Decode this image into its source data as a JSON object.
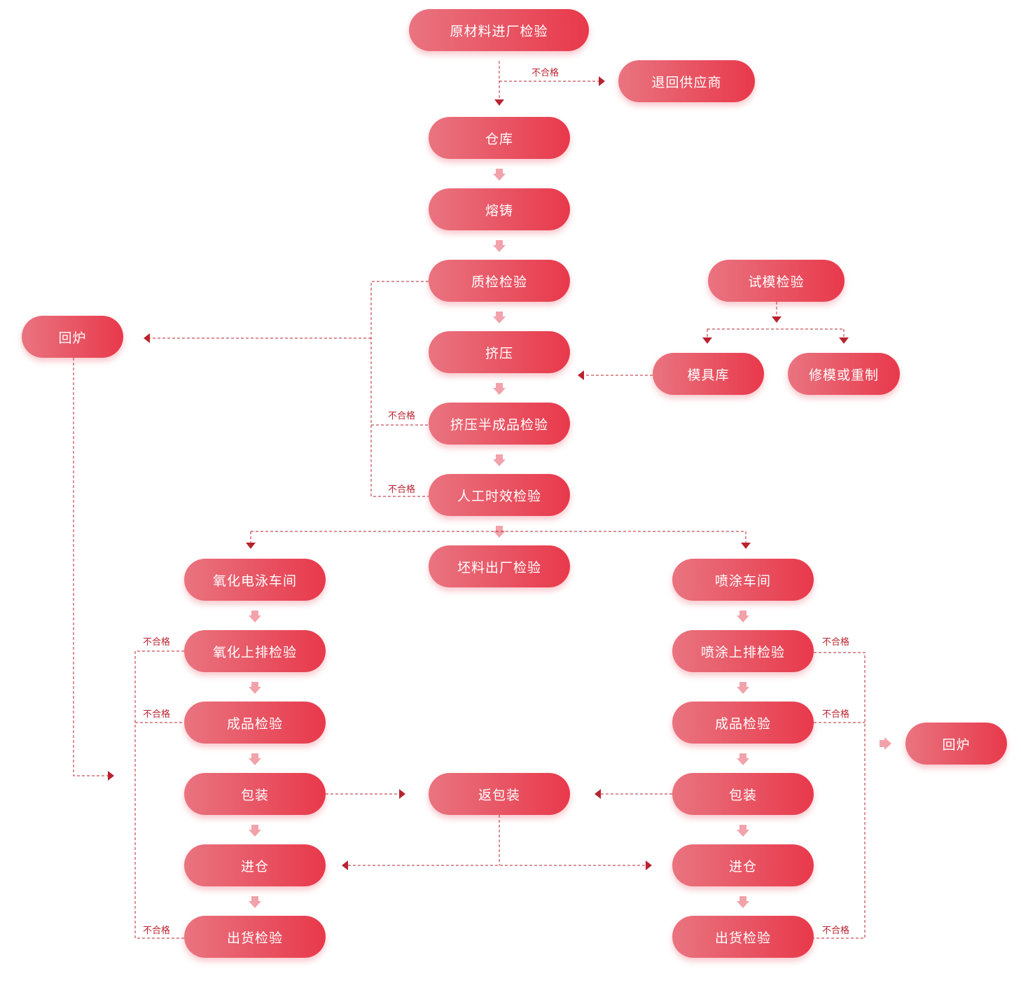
{
  "colors": {
    "accent": "#e8394b",
    "line": "#b8232f",
    "arrow_soft": "#f2a2aa"
  },
  "nodes": {
    "raw_material_inspection": "原材料进厂检验",
    "return_to_supplier": "退回供应商",
    "warehouse": "仓库",
    "casting": "熔铸",
    "quality_inspection": "质检检验",
    "extrusion": "挤压",
    "extrusion_semi_inspection": "挤压半成品检验",
    "artificial_aging_inspection": "人工时效检验",
    "remelt_left": "回炉",
    "trial_mold_inspection": "试模检验",
    "mold_warehouse": "模具库",
    "mold_repair": "修模或重制",
    "billet_shipping_inspection": "坯料出厂检验",
    "oxidation_workshop": "氧化电泳车间",
    "oxidation_rack_inspection": "氧化上排检验",
    "finished_inspection_left": "成品检验",
    "packaging_left": "包装",
    "storage_left": "进仓",
    "shipping_inspection_left": "出货检验",
    "repackaging": "返包装",
    "spray_workshop": "喷涂车间",
    "spray_rack_inspection": "喷涂上排检验",
    "finished_inspection_right": "成品检验",
    "packaging_right": "包装",
    "storage_right": "进仓",
    "shipping_inspection_right": "出货检验",
    "remelt_right": "回炉"
  },
  "labels": {
    "unqualified": "不合格"
  }
}
